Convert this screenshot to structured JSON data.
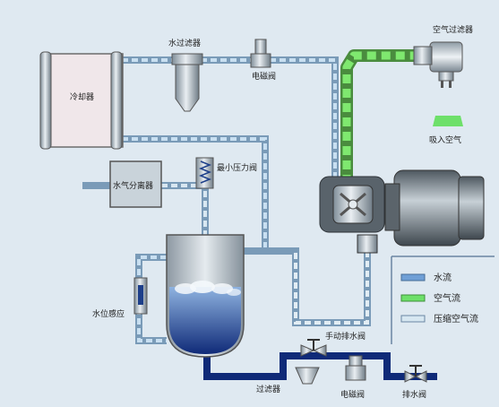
{
  "labels": {
    "water_filter": "水过滤器",
    "solenoid_top": "电磁阀",
    "air_filter": "空气过滤器",
    "cooler": "冷却器",
    "air_intake": "吸入空气",
    "separator": "水气分离器",
    "min_pressure_valve": "最小压力阀",
    "level_sensor": "水位感应",
    "manual_drain": "手动排水阀",
    "filter_bottom": "过滤器",
    "solenoid_bottom": "电磁阀",
    "drain_valve": "排水阀"
  },
  "legend": {
    "items": [
      {
        "label": "水流",
        "color": "#6f9fd6"
      },
      {
        "label": "空气流",
        "color": "#6ee06a"
      },
      {
        "label": "压缩空气流",
        "color": "#d7e7f1"
      }
    ]
  }
}
